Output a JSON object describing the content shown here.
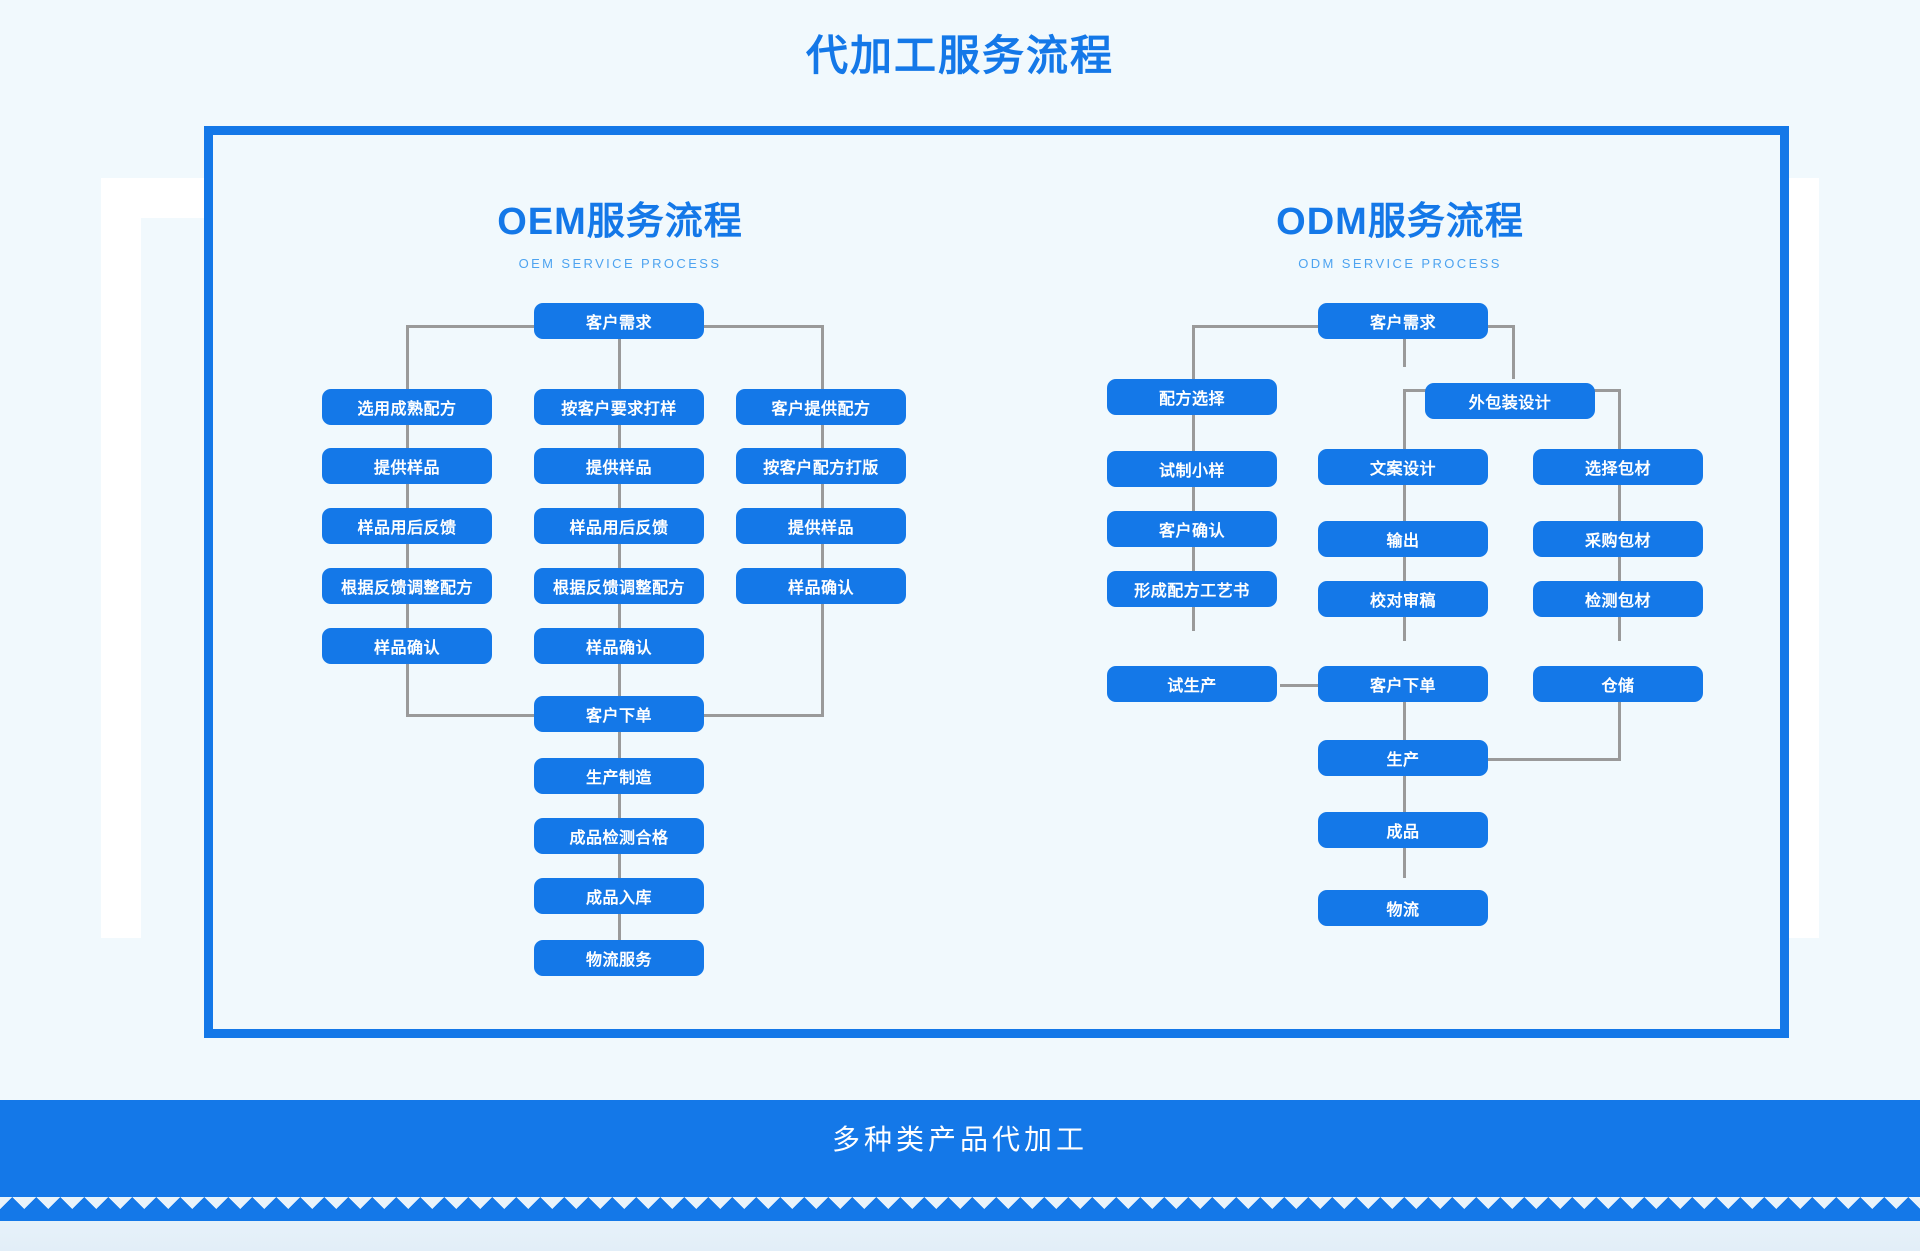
{
  "page": {
    "title": "代加工服务流程",
    "banner_text": "多种类产品代加工",
    "accent_color": "#1478e8",
    "background_color": "#f1f9fd",
    "connector_color": "#9a9a9a"
  },
  "oem": {
    "heading_zh": "OEM服务流程",
    "heading_en": "OEM SERVICE PROCESS",
    "start": "客户需求",
    "left_branch": [
      "选用成熟配方",
      "提供样品",
      "样品用后反馈",
      "根据反馈调整配方",
      "样品确认"
    ],
    "middle_branch": [
      "按客户要求打样",
      "提供样品",
      "样品用后反馈",
      "根据反馈调整配方",
      "样品确认"
    ],
    "right_branch": [
      "客户提供配方",
      "按客户配方打版",
      "提供样品",
      "样品确认"
    ],
    "merge": "客户下单",
    "tail": [
      "生产制造",
      "成品检测合格",
      "成品入库",
      "物流服务"
    ]
  },
  "odm": {
    "heading_zh": "ODM服务流程",
    "heading_en": "ODM SERVICE PROCESS",
    "start": "客户需求",
    "formula_branch": [
      "配方选择",
      "试制小样",
      "客户确认",
      "形成配方工艺书",
      "试生产"
    ],
    "package_head": "外包装设计",
    "copy_branch": [
      "文案设计",
      "输出",
      "校对审稿"
    ],
    "material_branch": [
      "选择包材",
      "采购包材",
      "检测包材",
      "仓储"
    ],
    "order": "客户下单",
    "tail": [
      "生产",
      "成品",
      "物流"
    ]
  }
}
